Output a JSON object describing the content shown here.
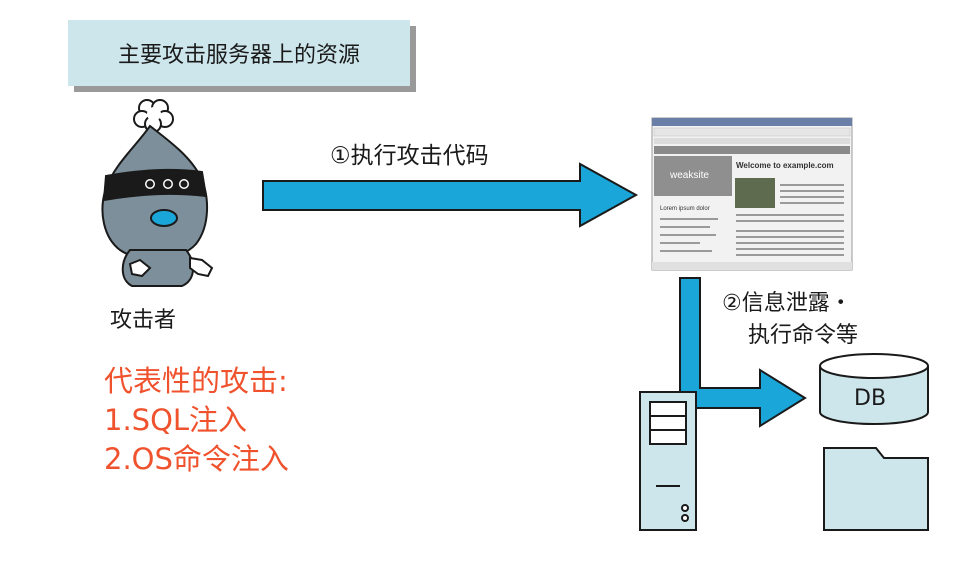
{
  "title": "主要攻击服务器上的资源",
  "attacker_label": "攻击者",
  "step1_label": "①执行攻击代码",
  "step2_label_lines": [
    "②信息泄露・",
    "执行命令等"
  ],
  "attacks": {
    "heading": "代表性的攻击:",
    "items": [
      "1.SQL注入",
      "2.OS命令注入"
    ]
  },
  "db_label": "DB",
  "browser": {
    "site_name": "weaksite",
    "welcome": "Welcome to example.com",
    "side_heading": "Lorem ipsum dolor"
  },
  "colors": {
    "title_bg": "#cde6ec",
    "arrow": "#1aa6d8",
    "attack_text": "#f0522d"
  }
}
